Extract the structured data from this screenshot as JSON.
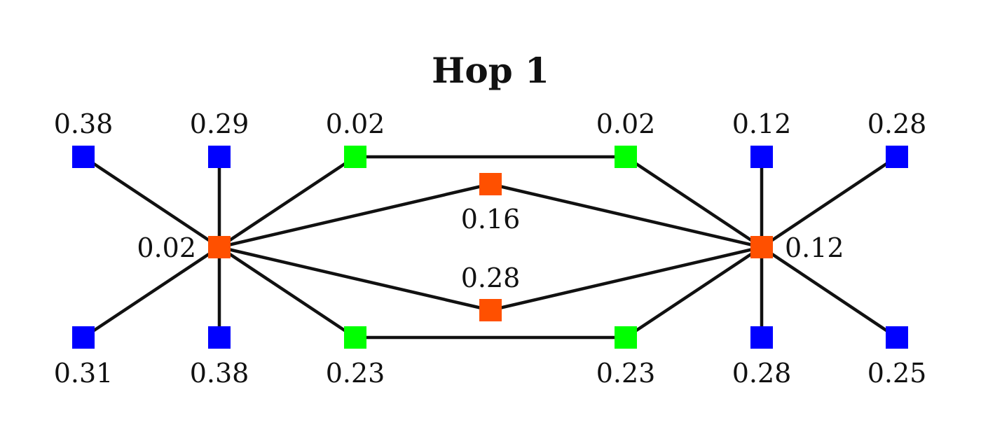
{
  "title": "Hop 1",
  "colors": {
    "blue": "#0000ff",
    "green": "#00ff00",
    "orange": "#ff5000",
    "edge": "#111111"
  },
  "nodes": [
    {
      "id": "n1",
      "color": "blue",
      "label": "0.38"
    },
    {
      "id": "n2",
      "color": "blue",
      "label": "0.29"
    },
    {
      "id": "n3",
      "color": "green",
      "label": "0.02"
    },
    {
      "id": "n4",
      "color": "green",
      "label": "0.02"
    },
    {
      "id": "n5",
      "color": "blue",
      "label": "0.12"
    },
    {
      "id": "n6",
      "color": "blue",
      "label": "0.28"
    },
    {
      "id": "n7",
      "color": "orange",
      "label": "0.16"
    },
    {
      "id": "n8",
      "color": "orange",
      "label": "0.02"
    },
    {
      "id": "n9",
      "color": "orange",
      "label": "0.12"
    },
    {
      "id": "n10",
      "color": "orange",
      "label": "0.28"
    },
    {
      "id": "n11",
      "color": "blue",
      "label": "0.31"
    },
    {
      "id": "n12",
      "color": "blue",
      "label": "0.38"
    },
    {
      "id": "n13",
      "color": "green",
      "label": "0.23"
    },
    {
      "id": "n14",
      "color": "green",
      "label": "0.23"
    },
    {
      "id": "n15",
      "color": "blue",
      "label": "0.28"
    },
    {
      "id": "n16",
      "color": "blue",
      "label": "0.25"
    }
  ],
  "edges": [
    [
      "n1",
      "n8"
    ],
    [
      "n2",
      "n8"
    ],
    [
      "n3",
      "n8"
    ],
    [
      "n7",
      "n8"
    ],
    [
      "n10",
      "n8"
    ],
    [
      "n11",
      "n8"
    ],
    [
      "n12",
      "n8"
    ],
    [
      "n13",
      "n8"
    ],
    [
      "n3",
      "n4"
    ],
    [
      "n13",
      "n14"
    ],
    [
      "n4",
      "n9"
    ],
    [
      "n5",
      "n9"
    ],
    [
      "n6",
      "n9"
    ],
    [
      "n7",
      "n9"
    ],
    [
      "n10",
      "n9"
    ],
    [
      "n14",
      "n9"
    ],
    [
      "n15",
      "n9"
    ],
    [
      "n16",
      "n9"
    ]
  ]
}
